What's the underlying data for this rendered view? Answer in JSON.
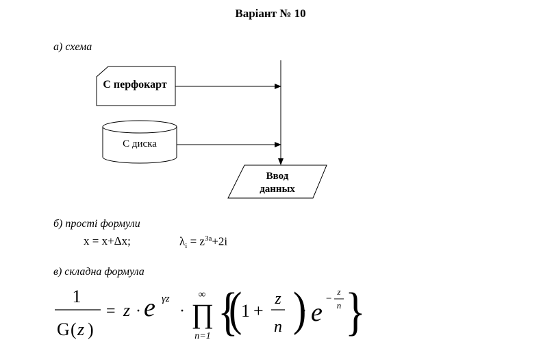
{
  "title": "Варіант № 10",
  "section_a": {
    "label": "а) схема",
    "nodes": {
      "card": "С перфокарт",
      "disk": "С диска",
      "input_line1": "Ввод",
      "input_line2": "данных"
    }
  },
  "section_b": {
    "label": "б) прості формули",
    "formula1": "x = x+Δx;",
    "formula2_base": "λ",
    "formula2_sub": "i",
    "formula2_eq": "= z",
    "formula2_sup": "3a",
    "formula2_tail": "+2i"
  },
  "section_c": {
    "label": "в) складна формула",
    "num": "1",
    "den_G": "G",
    "den_z": "z",
    "eq": "=",
    "z": "z",
    "dot": "·",
    "e": "e",
    "exp": "γz",
    "prod_top": "∞",
    "prod_bottom": "n=1",
    "one": "1",
    "plus": "+",
    "frac_z": "z",
    "frac_n": "n",
    "minus": "−"
  }
}
